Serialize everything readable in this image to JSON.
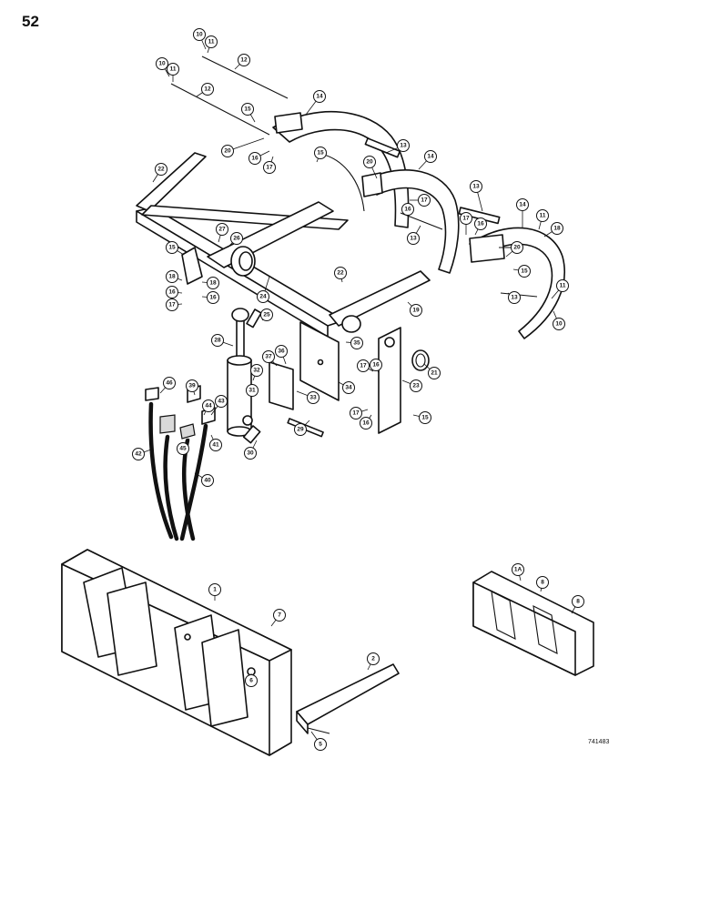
{
  "page_number": "52",
  "drawing_number": "741483",
  "callouts": [
    {
      "label": "10"
    },
    {
      "label": "11"
    },
    {
      "label": "12"
    },
    {
      "label": "10"
    },
    {
      "label": "11"
    },
    {
      "label": "12"
    },
    {
      "label": "14"
    },
    {
      "label": "15"
    },
    {
      "label": "20"
    },
    {
      "label": "16"
    },
    {
      "label": "17"
    },
    {
      "label": "15"
    },
    {
      "label": "13"
    },
    {
      "label": "14"
    },
    {
      "label": "20"
    },
    {
      "label": "17"
    },
    {
      "label": "16"
    },
    {
      "label": "13"
    },
    {
      "label": "13"
    },
    {
      "label": "14"
    },
    {
      "label": "17"
    },
    {
      "label": "16"
    },
    {
      "label": "11"
    },
    {
      "label": "18"
    },
    {
      "label": "20"
    },
    {
      "label": "15"
    },
    {
      "label": "13"
    },
    {
      "label": "11"
    },
    {
      "label": "10"
    },
    {
      "label": "22"
    },
    {
      "label": "27"
    },
    {
      "label": "26"
    },
    {
      "label": "15"
    },
    {
      "label": "18"
    },
    {
      "label": "18"
    },
    {
      "label": "16"
    },
    {
      "label": "16"
    },
    {
      "label": "17"
    },
    {
      "label": "24"
    },
    {
      "label": "22"
    },
    {
      "label": "19"
    },
    {
      "label": "25"
    },
    {
      "label": "28"
    },
    {
      "label": "35"
    },
    {
      "label": "37"
    },
    {
      "label": "36"
    },
    {
      "label": "32"
    },
    {
      "label": "31"
    },
    {
      "label": "33"
    },
    {
      "label": "34"
    },
    {
      "label": "17"
    },
    {
      "label": "16"
    },
    {
      "label": "21"
    },
    {
      "label": "23"
    },
    {
      "label": "17"
    },
    {
      "label": "16"
    },
    {
      "label": "15"
    },
    {
      "label": "29"
    },
    {
      "label": "30"
    },
    {
      "label": "46"
    },
    {
      "label": "39"
    },
    {
      "label": "44"
    },
    {
      "label": "43"
    },
    {
      "label": "45"
    },
    {
      "label": "41"
    },
    {
      "label": "42"
    },
    {
      "label": "40"
    },
    {
      "label": "1"
    },
    {
      "label": "7"
    },
    {
      "label": "6"
    },
    {
      "label": "2"
    },
    {
      "label": "5"
    },
    {
      "label": "1A"
    },
    {
      "label": "8"
    },
    {
      "label": "8"
    }
  ]
}
